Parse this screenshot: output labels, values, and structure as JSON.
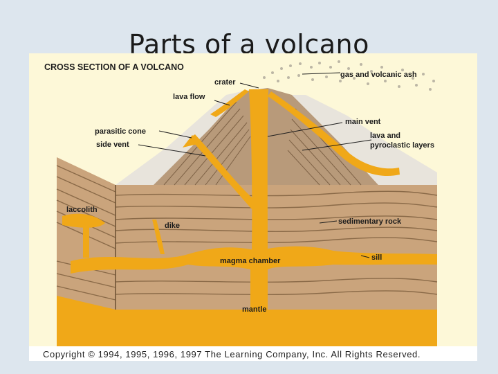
{
  "slide": {
    "title": "Parts of a volcano"
  },
  "diagram": {
    "header": "CROSS SECTION OF A VOLCANO",
    "labels": {
      "gas_ash": "gas and volcanic ash",
      "crater": "crater",
      "lava_flow": "lava flow",
      "main_vent": "main vent",
      "parasitic_cone": "parasitic cone",
      "side_vent": "side vent",
      "lava_pyro_1": "lava and",
      "lava_pyro_2": "pyroclastic layers",
      "laccolith": "laccolith",
      "dike": "dike",
      "sedimentary_rock": "sedimentary rock",
      "sill": "sill",
      "magma_chamber": "magma chamber",
      "mantle": "mantle"
    },
    "copyright": "Copyright © 1994, 1995, 1996, 1997 The Learning Company, Inc. All Rights Reserved."
  },
  "colors": {
    "background": "#dde6ee",
    "panel": "#fdf8d8",
    "magma": "#f0a818",
    "rock": "#c9a37b",
    "rock_line": "#8a6a48",
    "cone": "#b89a7a",
    "ash_slope": "#e8e4dc"
  }
}
